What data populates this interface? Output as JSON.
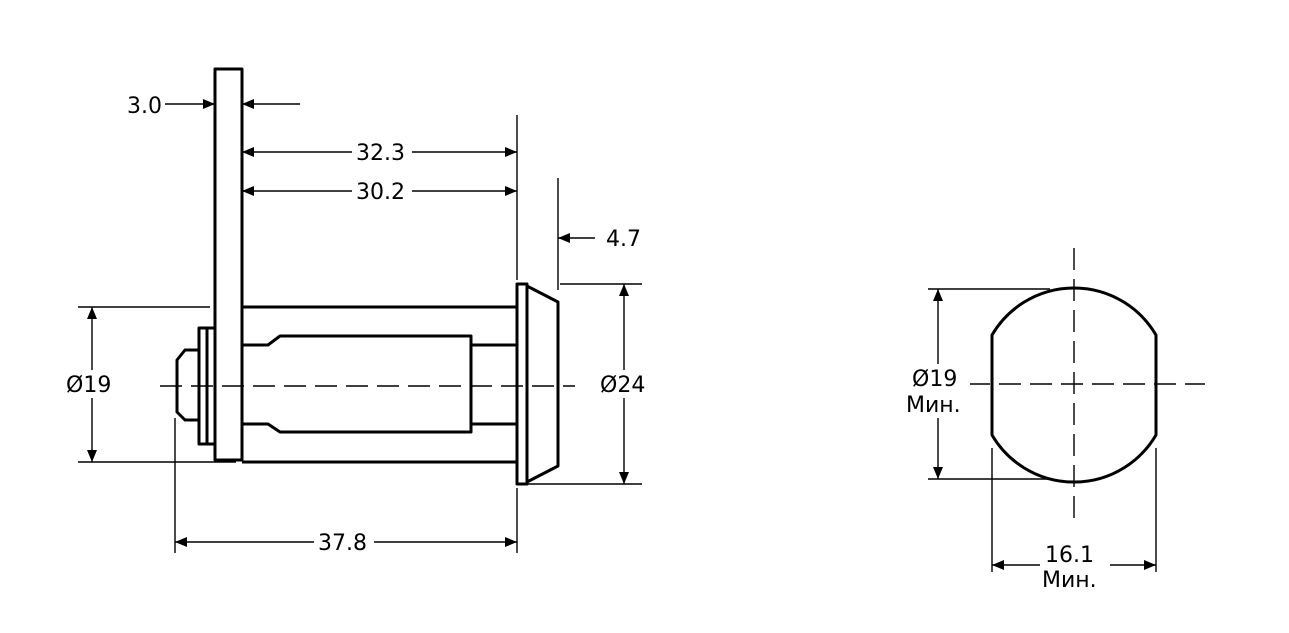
{
  "dimensions": {
    "bracket_thickness": "3.0",
    "length_to_face": "32.3",
    "body_length": "30.2",
    "bezel_thickness": "4.7",
    "body_diameter": "Ø19",
    "bezel_diameter": "Ø24",
    "overall_length": "37.8",
    "cutout_diameter": "Ø19",
    "cutout_diameter_note": "Мин.",
    "cutout_flat_width": "16.1",
    "cutout_flat_note": "Мин."
  }
}
